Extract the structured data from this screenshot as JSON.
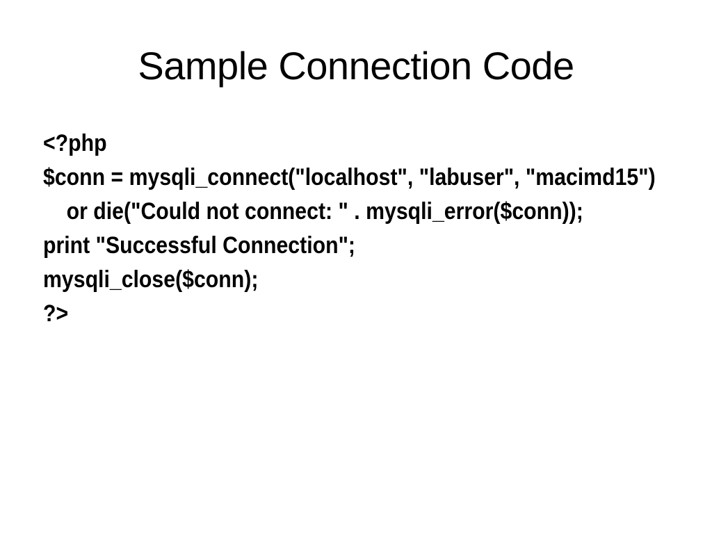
{
  "slide": {
    "title": "Sample Connection Code",
    "code": {
      "language": "php",
      "lines": [
        "<?php",
        "$conn = mysqli_connect(\"localhost\", \"labuser\", \"macimd15\")",
        "    or die(\"Could not connect: \" . mysqli_error($conn));",
        "print \"Successful Connection\";",
        "mysqli_close($conn);",
        "?>"
      ]
    },
    "colors": {
      "background": "#ffffff",
      "text": "#000000"
    }
  }
}
